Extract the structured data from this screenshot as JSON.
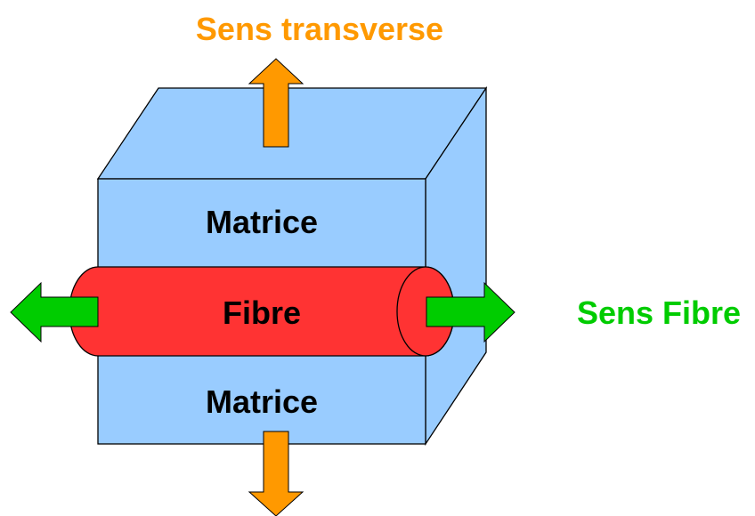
{
  "labels": {
    "top": "Sens transverse",
    "right": "Sens Fibre",
    "matrix_top": "Matrice",
    "fibre": "Fibre",
    "matrix_bottom": "Matrice"
  },
  "colors": {
    "matrix_fill": "#99CCFF",
    "fibre_fill": "#FF3333",
    "transverse": "#FF9900",
    "fibre_direction": "#00CC00",
    "outline": "#000000"
  }
}
